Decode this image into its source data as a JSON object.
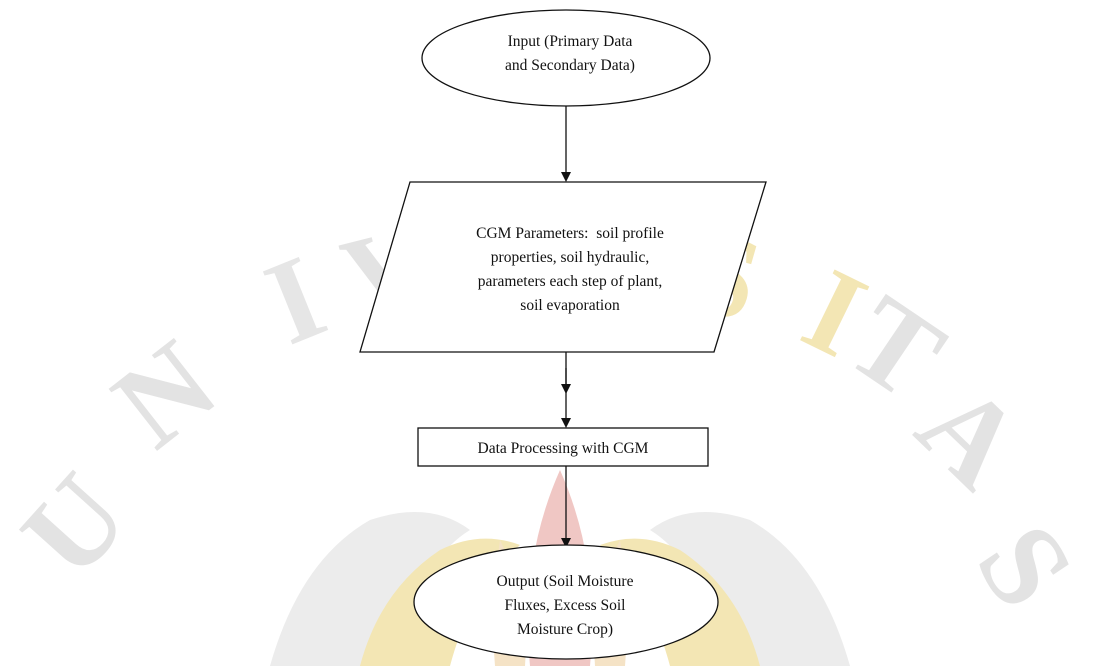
{
  "watermark": {
    "letters": "UNIVERSITAS",
    "color_light": "#dcdcdc",
    "color_gold": "#f3e6b4",
    "color_red": "#f0c7c4"
  },
  "flowchart": {
    "input": {
      "shape": "ellipse",
      "lines": [
        "Input (Primary Data",
        "and Secondary Data)"
      ]
    },
    "parameters": {
      "shape": "parallelogram",
      "lines": [
        "CGM Parameters:  soil profile",
        "properties, soil hydraulic,",
        "parameters each step of plant,",
        "soil evaporation"
      ]
    },
    "processing": {
      "shape": "rectangle",
      "lines": [
        "Data Processing with CGM"
      ]
    },
    "output": {
      "shape": "ellipse",
      "lines": [
        "Output (Soil Moisture",
        "Fluxes, Excess Soil",
        "Moisture Crop)"
      ]
    },
    "edges": [
      {
        "from": "input",
        "to": "parameters"
      },
      {
        "from": "parameters",
        "to": "processing"
      },
      {
        "from": "processing",
        "to": "output"
      }
    ]
  }
}
